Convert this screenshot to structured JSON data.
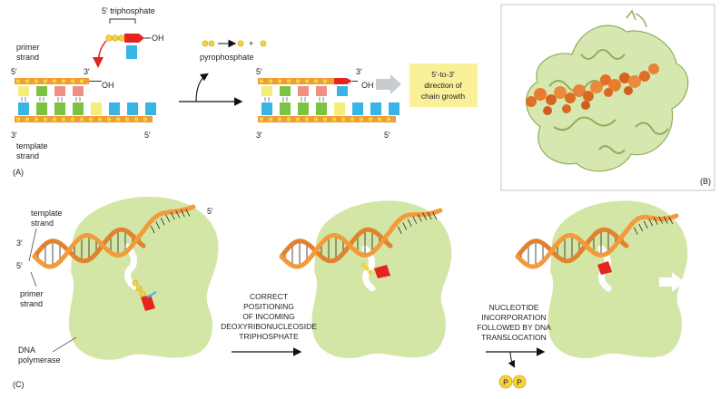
{
  "panelA": {
    "label": "(A)",
    "triphosphate_label": "5′ triphosphate",
    "oh_incoming": "OH",
    "pyrophosphate_label": "pyrophosphate",
    "primer_label_1": "primer",
    "primer_label_2": "strand",
    "primer_5prime": "5′",
    "primer_3prime": "3′",
    "oh_primer": "OH",
    "template_3prime": "3′",
    "template_label_1": "template",
    "template_label_2": "strand",
    "template_5prime": "5′",
    "product_5prime": "5′",
    "product_3prime_top": "3′",
    "oh_product": "OH",
    "product_3prime_bottom": "3′",
    "product_5prime_bottom": "5′",
    "direction_1": "5′-to-3′",
    "direction_2": "direction of",
    "direction_3": "chain growth",
    "plus_sign": "+"
  },
  "panelB": {
    "label": "(B)"
  },
  "panelC": {
    "label": "(C)",
    "template_1": "template",
    "template_2": "strand",
    "three_prime": "3′",
    "five_prime_left": "5′",
    "five_prime_top": "5′",
    "primer_1": "primer",
    "primer_2": "strand",
    "dna_1": "DNA",
    "dna_2": "polymerase",
    "step1_1": "CORRECT",
    "step1_2": "POSITIONING",
    "step1_3": "OF INCOMING",
    "step1_4": "DEOXYRIBONUCLEOSIDE",
    "step1_5": "TRIPHOSPHATE",
    "step2_1": "NUCLEOTIDE",
    "step2_2": "INCORPORATION",
    "step2_3": "FOLLOWED BY DNA",
    "step2_4": "TRANSLOCATION",
    "p_symbol": "P"
  },
  "colors": {
    "backbone": "#f39a3a",
    "phosphate": "#f5d33a",
    "base_blue": "#38b4e6",
    "base_green": "#7cc243",
    "base_pink": "#f08f84",
    "base_yellow": "#f6ec7a",
    "incoming_red": "#e52420",
    "polymerase": "#d3e6a5",
    "direction_box": "#fbf09a"
  }
}
